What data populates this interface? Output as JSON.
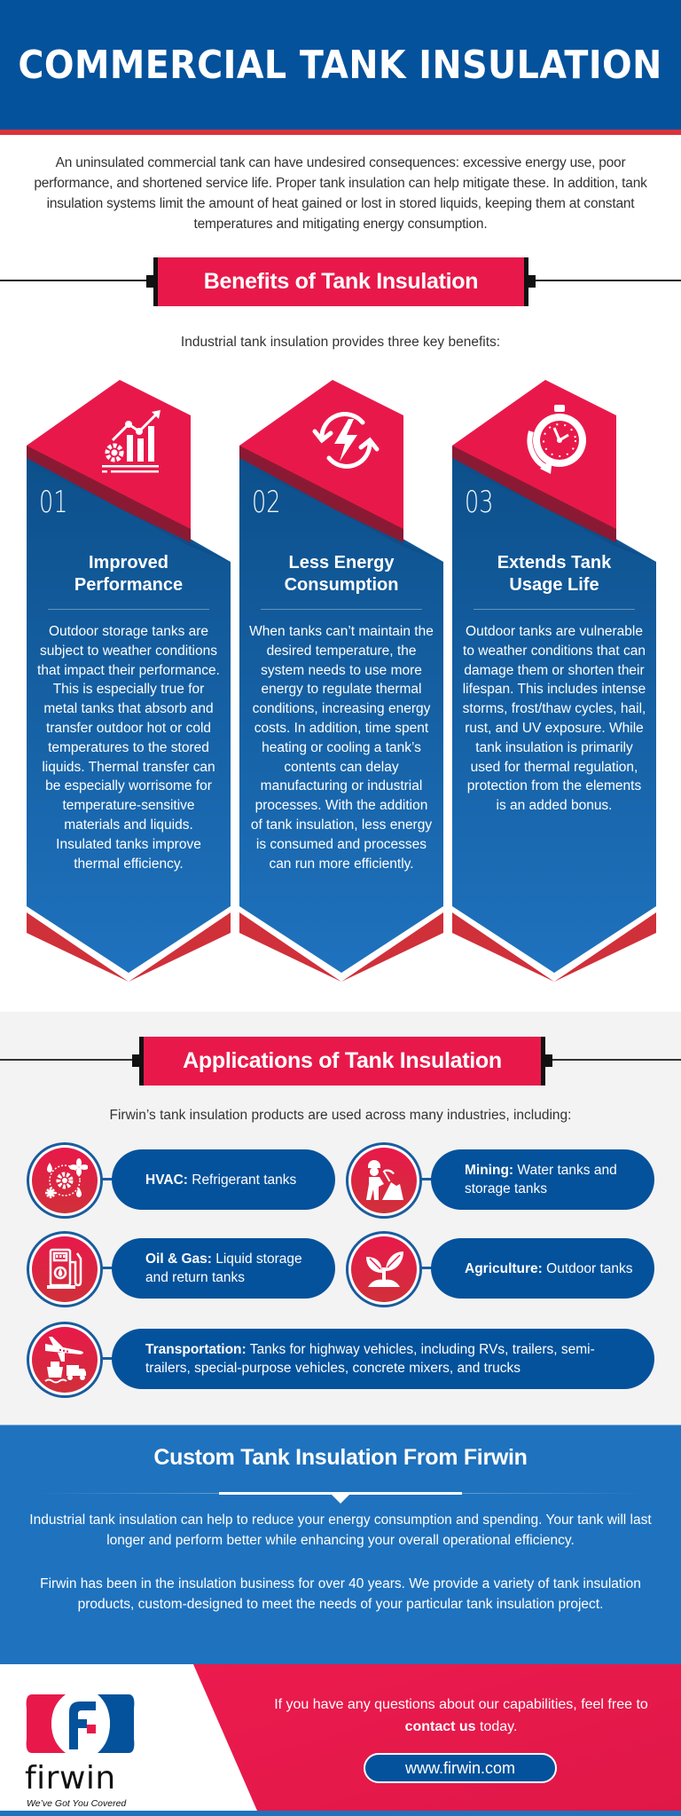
{
  "header": {
    "title": "COMMERCIAL TANK INSULATION"
  },
  "intro": {
    "text": "An uninsulated commercial tank can have undesired consequences: excessive energy use, poor performance, and shortened service life. Proper tank insulation can help mitigate these. In addition, tank insulation systems limit the amount of heat gained or lost in stored liquids, keeping them at constant temperatures and mitigating energy consumption."
  },
  "benefits": {
    "heading": "Benefits of Tank Insulation",
    "subheading": "Industrial tank insulation provides three key benefits:",
    "cards": [
      {
        "number": "01",
        "icon": "gear-chart-growth-icon",
        "title_line1": "Improved",
        "title_line2": "Performance",
        "body": "Outdoor storage tanks are subject to weather conditions that impact their performance. This is especially true for metal tanks that absorb and transfer outdoor hot or cold temperatures to the stored liquids. Thermal transfer can be especially worrisome for temperature-sensitive materials and liquids. Insulated tanks improve thermal efficiency."
      },
      {
        "number": "02",
        "icon": "energy-cycle-icon",
        "title_line1": "Less Energy",
        "title_line2": "Consumption",
        "body": "When tanks can’t maintain the desired temperature, the system needs to use more energy to regulate thermal conditions, increasing energy costs. In addition, time spent heating or cooling a tank’s contents can delay manufacturing or industrial processes. With the addition of tank insulation, less energy is consumed and processes can run more efficiently."
      },
      {
        "number": "03",
        "icon": "stopwatch-cycle-icon",
        "title_line1": "Extends Tank",
        "title_line2": "Usage Life",
        "body": "Outdoor tanks are vulnerable to weather conditions that can damage them or shorten their lifespan. This includes intense storms, frost/thaw cycles, hail, rust, and UV exposure. While tank insulation is primarily used for thermal regulation, protection from the elements is an added bonus."
      }
    ]
  },
  "applications": {
    "heading": "Applications of Tank Insulation",
    "subheading": "Firwin’s tank insulation products are used across many industries, including:",
    "items": [
      {
        "icon": "hvac-icon",
        "label": "HVAC:",
        "text": " Refrigerant tanks"
      },
      {
        "icon": "mining-icon",
        "label": "Mining:",
        "text": " Water tanks and storage tanks"
      },
      {
        "icon": "fuel-pump-icon",
        "label": "Oil & Gas:",
        "text": " Liquid storage and return tanks"
      },
      {
        "icon": "plant-icon",
        "label": "Agriculture:",
        "text": " Outdoor tanks"
      },
      {
        "icon": "transportation-icon",
        "label": "Transportation:",
        "text": " Tanks for highway vehicles, including RVs, trailers, semi-trailers, special-purpose vehicles, concrete mixers, and trucks"
      }
    ]
  },
  "custom": {
    "heading": "Custom Tank Insulation From Firwin",
    "para1": "Industrial tank insulation can help to reduce your energy consumption and spending. Your tank will last longer and perform better while enhancing your overall operational efficiency.",
    "para2": "Firwin has been in the insulation business for over 40 years. We provide a variety of tank insulation products, custom-designed to meet the needs of your particular tank insulation project."
  },
  "footer": {
    "logo_word": "firwin",
    "logo_tagline": "We’ve Got You Covered",
    "cta_prefix": "If you have any questions about our capabilities, feel free to ",
    "cta_link": "contact us",
    "cta_suffix": " today.",
    "url": "www.firwin.com"
  },
  "colors": {
    "brand_blue": "#04529c",
    "mid_blue": "#1f72be",
    "brand_red": "#e8194a",
    "accent_red": "#d9343b",
    "light_gray": "#f3f3f3"
  }
}
